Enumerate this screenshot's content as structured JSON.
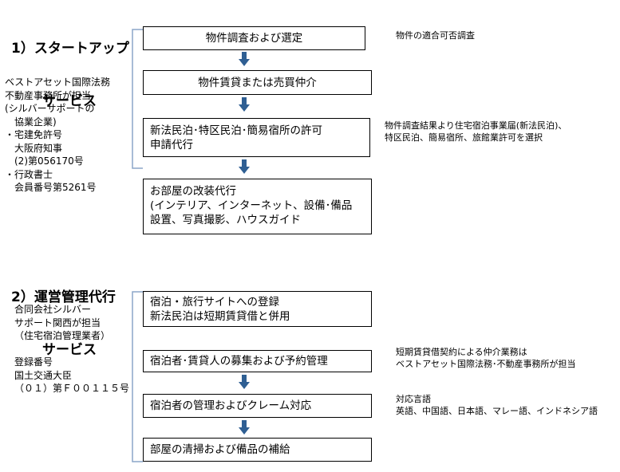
{
  "section1": {
    "title_line1": "1）スタートアップ",
    "title_line2": "　サービス",
    "provider": "ベストアセット国際法務\n不動産事務所が担当\n(シルバーサポートの\n　協業企業)\n・宅建免許号\n　大阪府知事\n　(2)第056170号\n・行政書士\n　会員番号第5261号",
    "steps": [
      "物件調査および選定",
      "物件賃貸または売買仲介",
      "新法民泊･特区民泊･簡易宿所の許可\n申請代行",
      "お部屋の改装代行\n(インテリア、インターネット、設備･備品\n設置、写真撮影、ハウスガイド"
    ],
    "notes": [
      "物件の適合可否調査",
      "物件調査結果より住宅宿泊事業届(新法民泊)、\n特区民泊、簡易宿所、旅館業許可を選択"
    ]
  },
  "section2": {
    "title_line1": "2）運営管理代行",
    "title_line2": "　サービス",
    "provider": "合同会社シルバー\nサポート関西が担当\n（住宅宿泊管理業者）\n\n登録番号\n国土交通大臣\n（０１）第Ｆ００１１５号",
    "steps": [
      "宿泊・旅行サイトへの登録\n新法民泊は短期賃貸借と併用",
      "宿泊者･賃貸人の募集および予約管理",
      "宿泊者の管理およびクレーム対応",
      "部屋の清掃および備品の補給"
    ],
    "notes": [
      "短期賃貸借契約による仲介業務は\nベストアセット国際法務･不動産事務所が担当",
      "対応言語\n英語、中国語、日本語、マレー語、インドネシア語"
    ]
  },
  "colors": {
    "arrow": "#2f5f93",
    "bracket": "#8ca6c8"
  }
}
